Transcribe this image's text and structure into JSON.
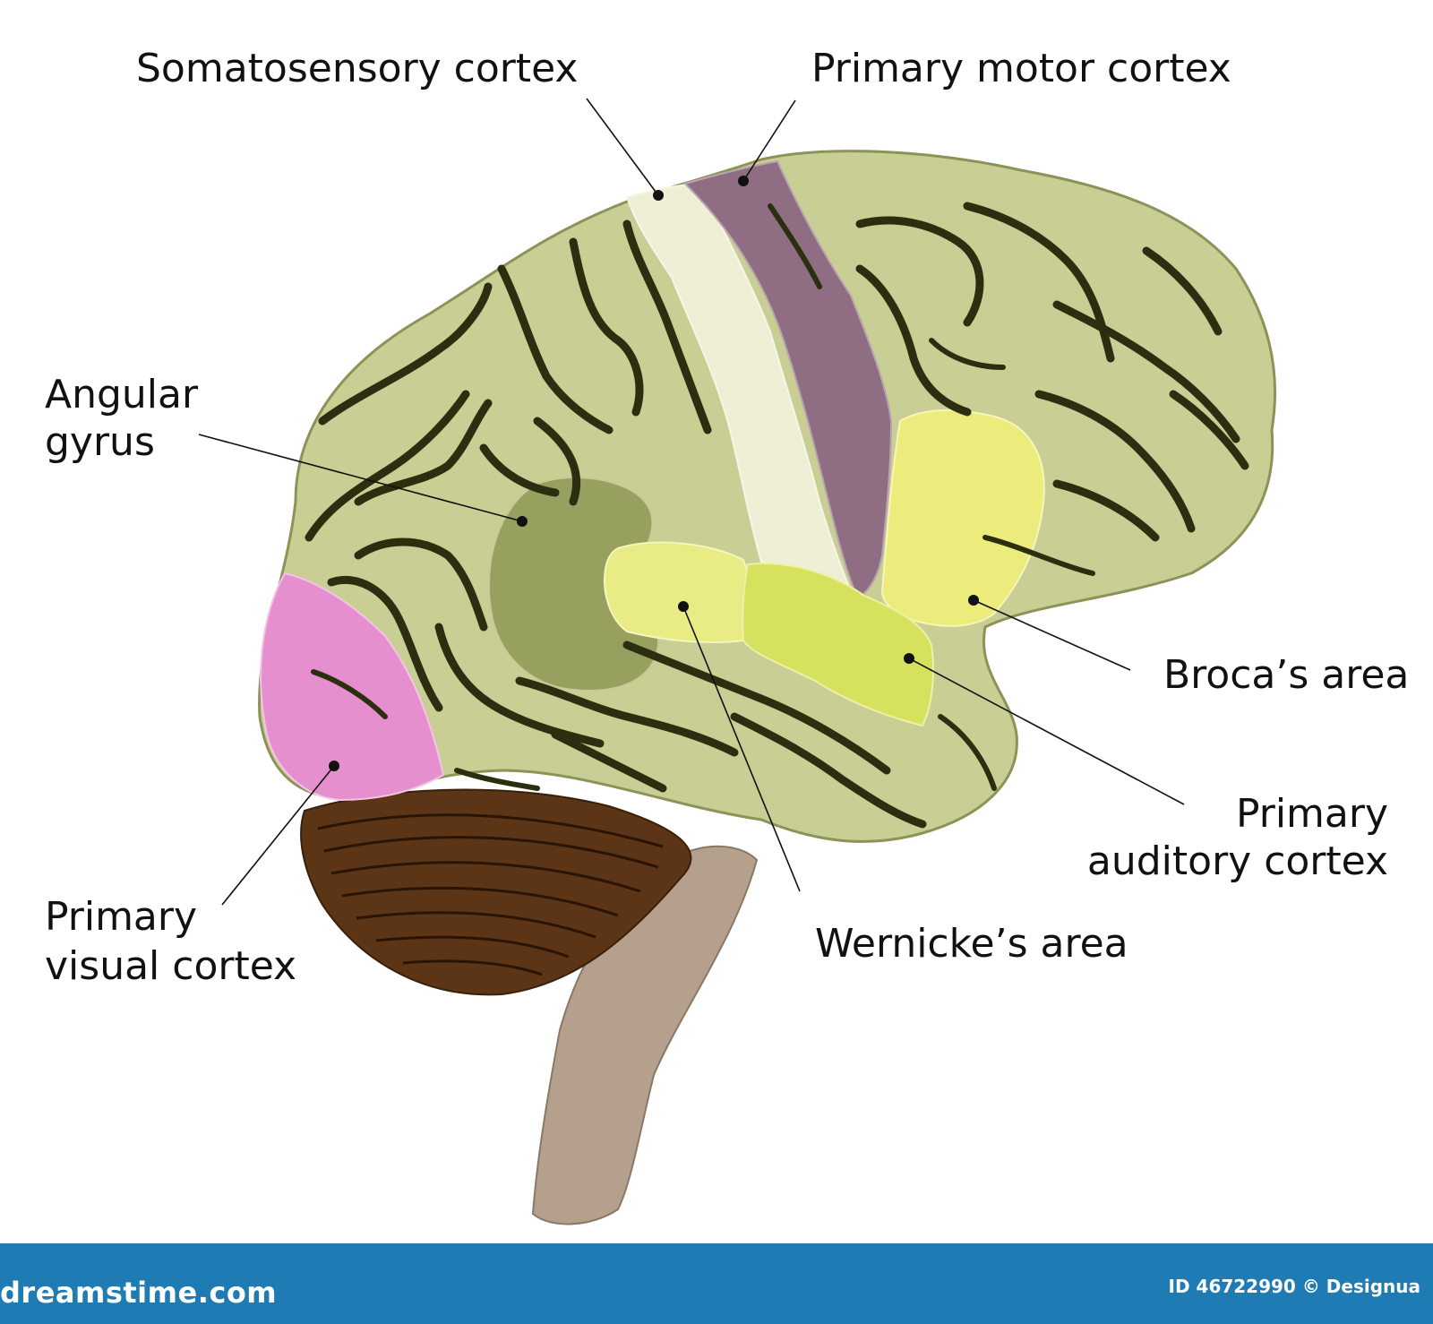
{
  "labels": {
    "somatosensory": "Somatosensory cortex",
    "motor": "Primary motor cortex",
    "angular_line1": "Angular",
    "angular_line2": "gyrus",
    "broca": "Broca’s area",
    "auditory_line1": "Primary",
    "auditory_line2": "auditory cortex",
    "visual_line1": "Primary",
    "visual_line2": "visual cortex",
    "wernicke": "Wernicke’s area"
  },
  "footer": {
    "brand": "dreamstime.com",
    "credit": "ID 46722990 © Designua"
  },
  "colors": {
    "cortex": "#c9cf94",
    "sulcus": "#2b2f10",
    "somatosensory": "#efefd6",
    "motor": "#8f6e83",
    "angular": "#98a060",
    "broca": "#ecec7c",
    "wernicke": "#e9ec84",
    "auditory": "#d6e15d",
    "visual": "#e58fcf",
    "cerebellum": "#5b3516",
    "brainstem": "#b4a08c",
    "footer": "#1f7bb3"
  }
}
